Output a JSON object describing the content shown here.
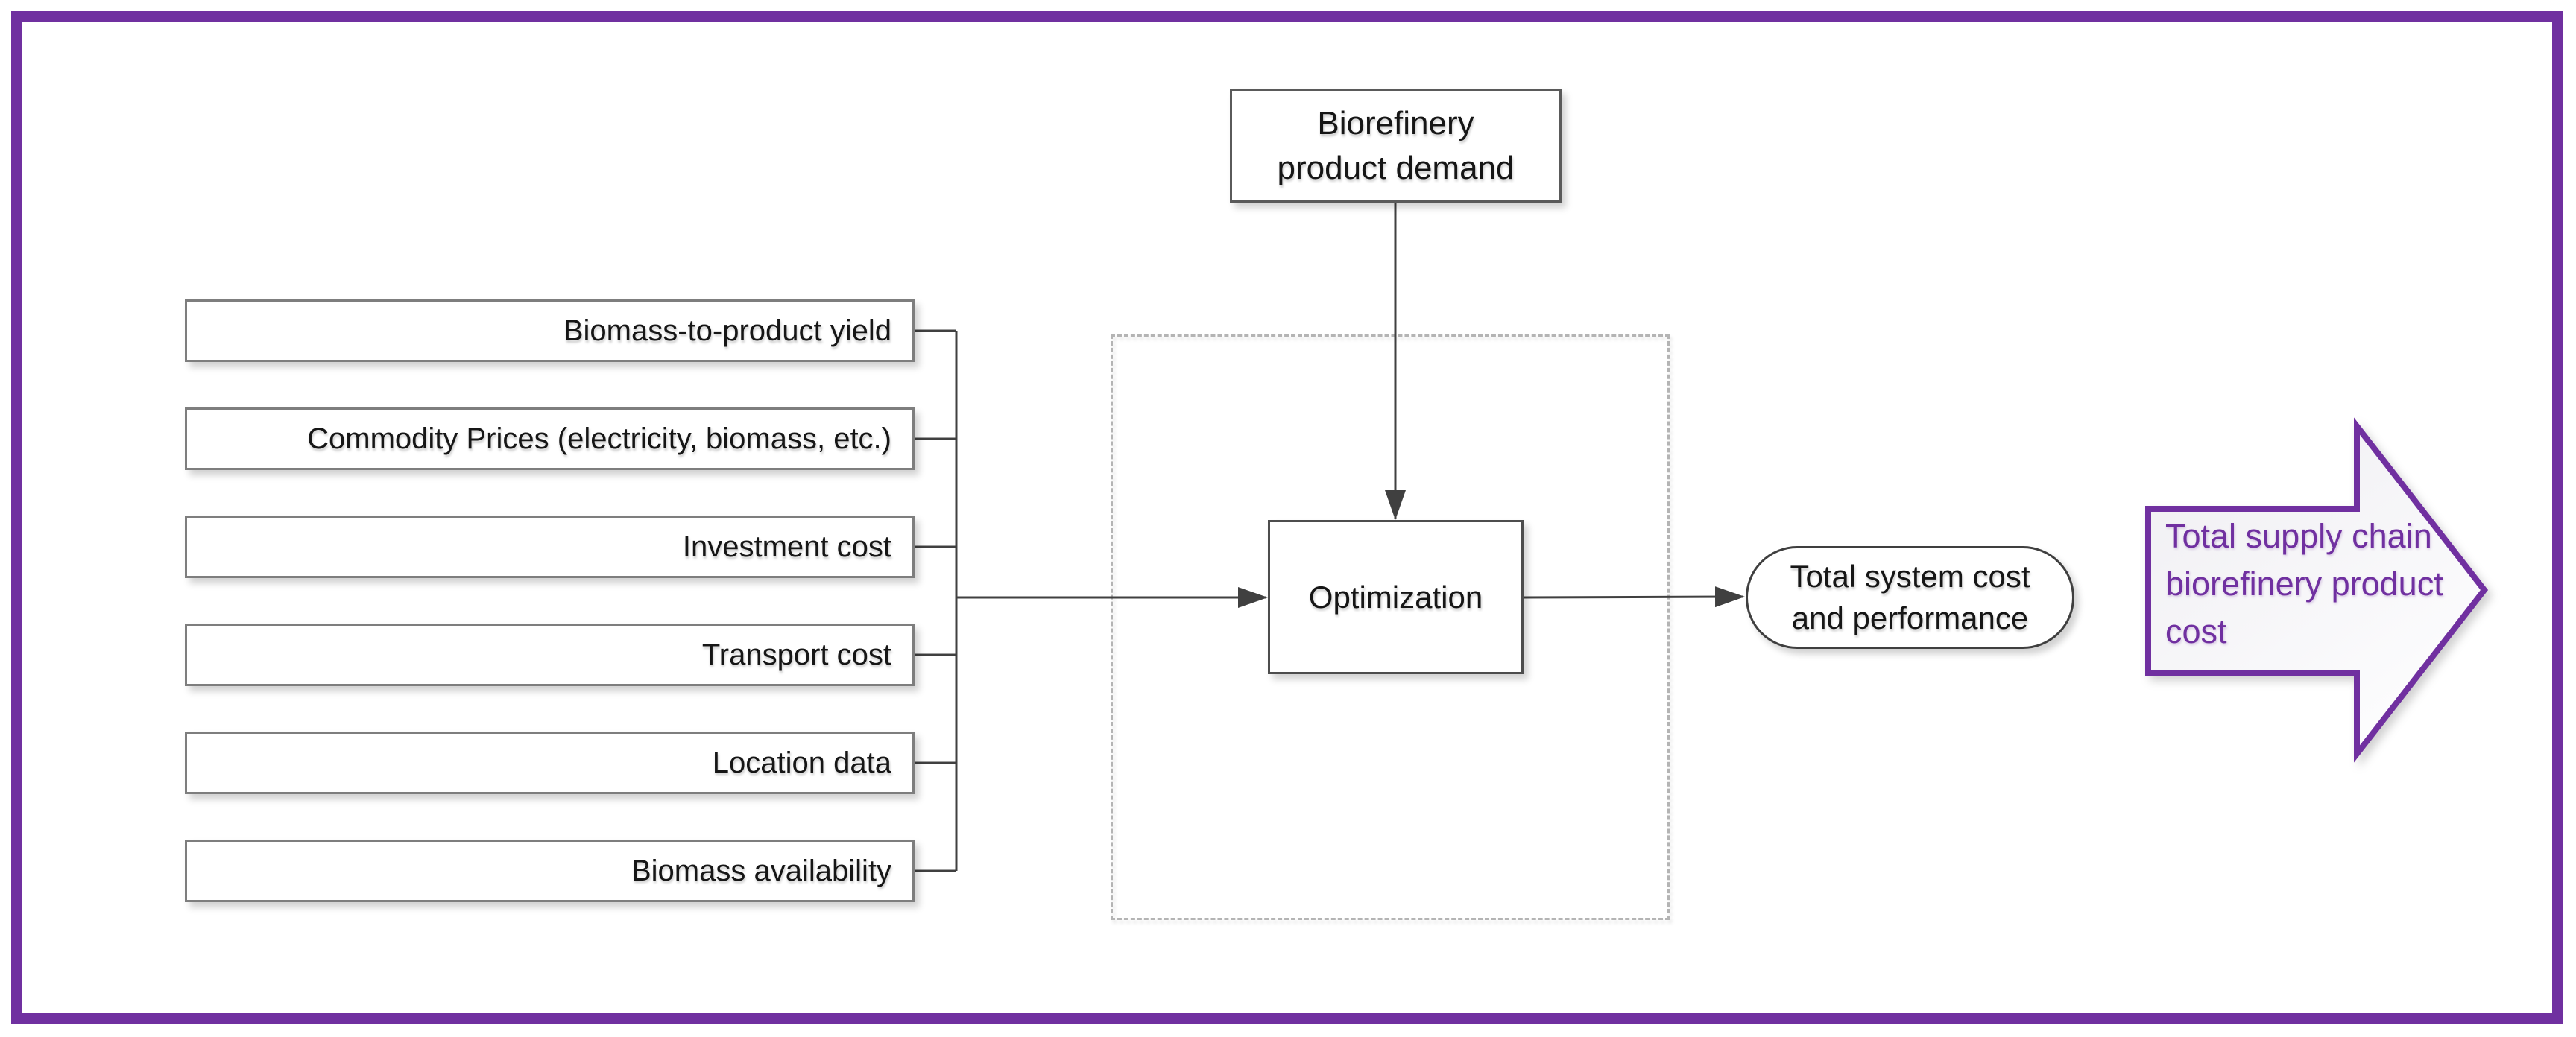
{
  "colors": {
    "frame_purple": "#7030A0",
    "connector_gray": "#404040",
    "box_border_gray": "#7e7e7e",
    "dashed_border_gray": "#b4b4b4"
  },
  "top_box": {
    "label": "Biorefinery product demand",
    "lines": [
      "Biorefinery",
      "product demand"
    ]
  },
  "inputs": [
    {
      "label": "Biomass-to-product yield"
    },
    {
      "label": "Commodity Prices (electricity, biomass, etc.)"
    },
    {
      "label": "Investment cost"
    },
    {
      "label": "Transport cost"
    },
    {
      "label": "Location data"
    },
    {
      "label": "Biomass availability"
    }
  ],
  "process_box": {
    "label": "Optimization"
  },
  "output_pill": {
    "label": "Total system cost and performance",
    "lines": [
      "Total system cost",
      "and performance"
    ]
  },
  "result_arrow": {
    "label": "Total supply chain biorefinery product cost",
    "lines": [
      "Total supply chain",
      "biorefinery product",
      "cost"
    ]
  }
}
